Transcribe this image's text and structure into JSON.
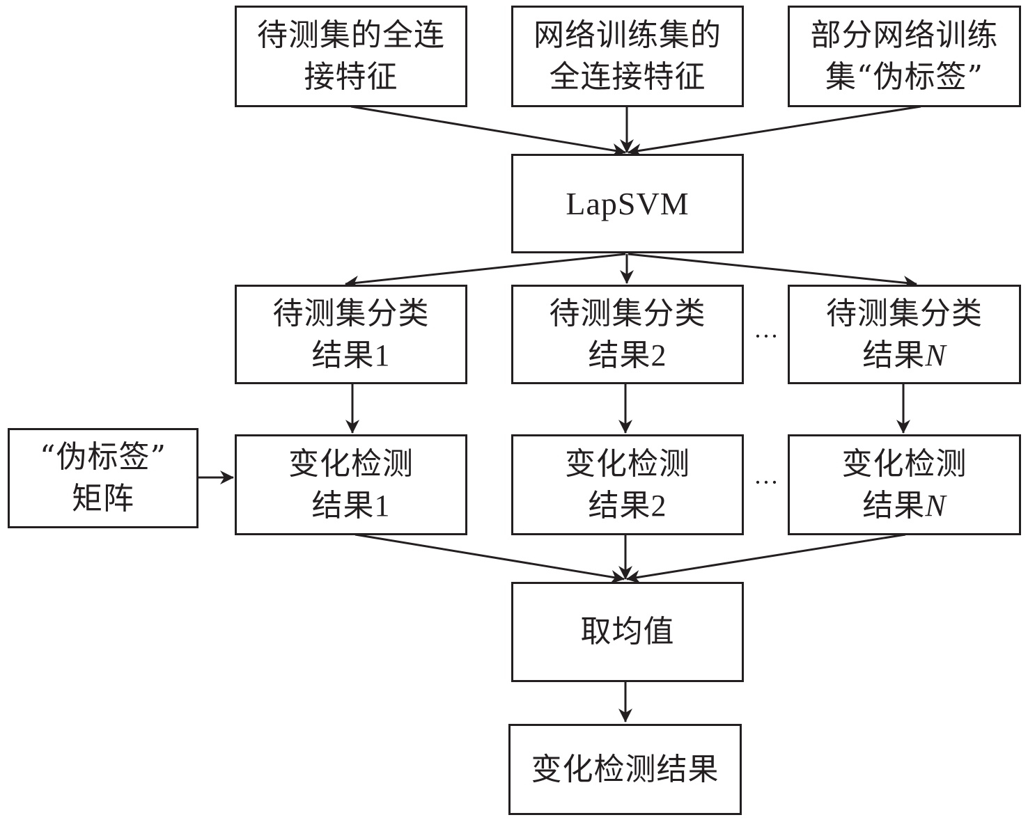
{
  "diagram": {
    "inputs": [
      {
        "id": "test-set-fc-features",
        "label": "待测集的全连\n接特征"
      },
      {
        "id": "train-set-fc-features",
        "label": "网络训练集的\n全连接特征"
      },
      {
        "id": "partial-train-pseudo-labels",
        "label": "部分网络训练\n集“伪标签”"
      }
    ],
    "classifier": {
      "id": "lapsvm",
      "label": "LapSVM"
    },
    "classification_results": [
      {
        "prefix": "待测集分类\n结果",
        "index": "1",
        "italic": false
      },
      {
        "prefix": "待测集分类\n结果",
        "index": "2",
        "italic": false
      },
      {
        "prefix": "待测集分类\n结果",
        "index": "N",
        "italic": true
      }
    ],
    "pseudo_label_matrix": {
      "label": "“伪标签”\n矩阵"
    },
    "change_detection_results": [
      {
        "prefix": "变化检测\n结果",
        "index": "1",
        "italic": false
      },
      {
        "prefix": "变化检测\n结果",
        "index": "2",
        "italic": false
      },
      {
        "prefix": "变化检测\n结果",
        "index": "N",
        "italic": true
      }
    ],
    "ellipsis": "···",
    "average": {
      "label": "取均值"
    },
    "final_result": {
      "label": "变化检测结果"
    }
  },
  "colors": {
    "stroke": "#231f20",
    "background": "#ffffff"
  }
}
